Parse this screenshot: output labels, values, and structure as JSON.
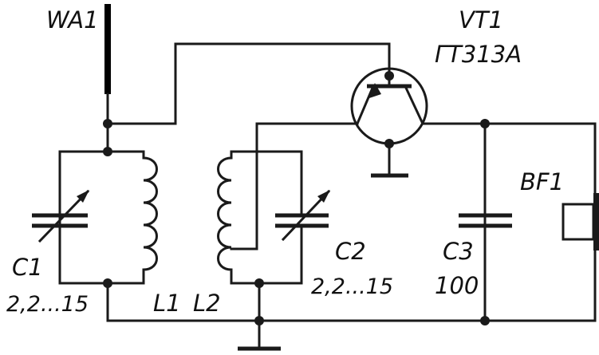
{
  "labels": {
    "antenna": "WA1",
    "transistor_ref": "VT1",
    "transistor_type": "ГТ313А",
    "c1_ref": "C1",
    "c1_value": "2,2...15",
    "c2_ref": "C2",
    "c2_value": "2,2...15",
    "c3_ref": "C3",
    "c3_value": "100",
    "l1_ref": "L1",
    "l2_ref": "L2",
    "speaker_ref": "BF1"
  },
  "colors": {
    "ink": "#1a1a1a",
    "background": "#ffffff"
  }
}
